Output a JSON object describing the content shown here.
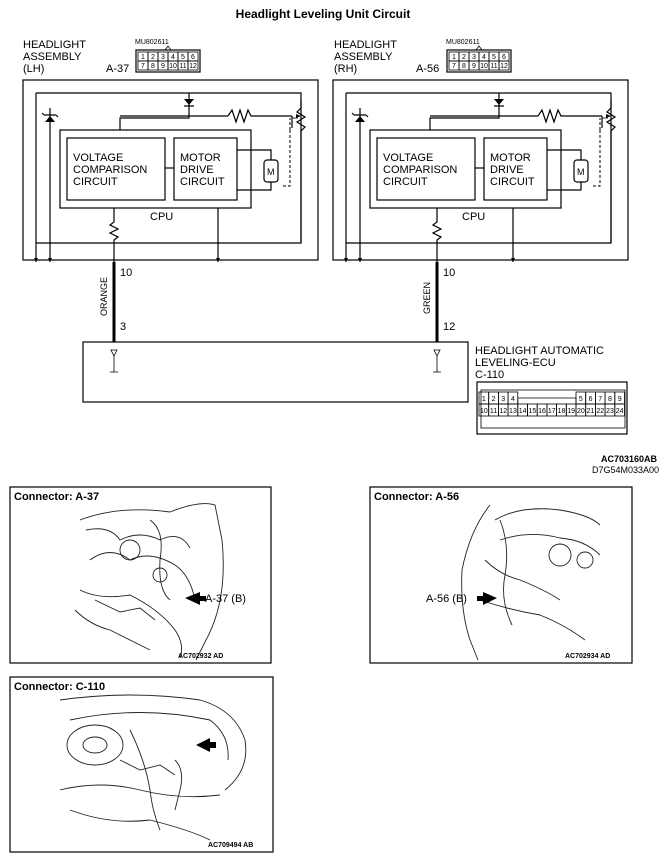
{
  "title": "Headlight Leveling Unit Circuit",
  "lh": {
    "assembly_label": [
      "HEADLIGHT",
      "ASSEMBLY",
      "(LH)"
    ],
    "connector_part": "MU802611",
    "connector_id": "A-37",
    "block1": [
      "VOLTAGE",
      "COMPARISON",
      "CIRCUIT"
    ],
    "block2": [
      "MOTOR",
      "DRIVE",
      "CIRCUIT"
    ],
    "cpu": "CPU",
    "motor": "M",
    "pin_top": "10",
    "wire_color": "ORANGE",
    "pin_bottom": "3",
    "pins_row1": [
      "1",
      "2",
      "3",
      "4",
      "5",
      "6"
    ],
    "pins_row2": [
      "7",
      "8",
      "9",
      "10",
      "11",
      "12"
    ]
  },
  "rh": {
    "assembly_label": [
      "HEADLIGHT",
      "ASSEMBLY",
      "(RH)"
    ],
    "connector_part": "MU802611",
    "connector_id": "A-56",
    "block1": [
      "VOLTAGE",
      "COMPARISON",
      "CIRCUIT"
    ],
    "block2": [
      "MOTOR",
      "DRIVE",
      "CIRCUIT"
    ],
    "cpu": "CPU",
    "motor": "M",
    "pin_top": "10",
    "wire_color": "GREEN",
    "pin_bottom": "12",
    "pins_row1": [
      "1",
      "2",
      "3",
      "4",
      "5",
      "6"
    ],
    "pins_row2": [
      "7",
      "8",
      "9",
      "10",
      "11",
      "12"
    ]
  },
  "ecu": {
    "label": [
      "HEADLIGHT AUTOMATIC",
      "LEVELING-ECU"
    ],
    "connector_id": "C-110",
    "pins_top_left": [
      "1",
      "2",
      "3",
      "4"
    ],
    "pins_top_right": [
      "5",
      "6",
      "7",
      "8",
      "9"
    ],
    "pins_bottom": [
      "10",
      "11",
      "12",
      "13",
      "14",
      "15",
      "16",
      "17",
      "18",
      "19",
      "20",
      "21",
      "22",
      "23",
      "24"
    ]
  },
  "code1": "AC703160AB",
  "code2": "D7G54M033A00",
  "photos": {
    "a37": {
      "title": "Connector: A-37",
      "callout": "A-37 (B)",
      "code": "AC702932 AD"
    },
    "a56": {
      "title": "Connector: A-56",
      "callout": "A-56 (B)",
      "code": "AC702934 AD"
    },
    "c110": {
      "title": "Connector: C-110",
      "code": "AC709494 AB"
    }
  }
}
